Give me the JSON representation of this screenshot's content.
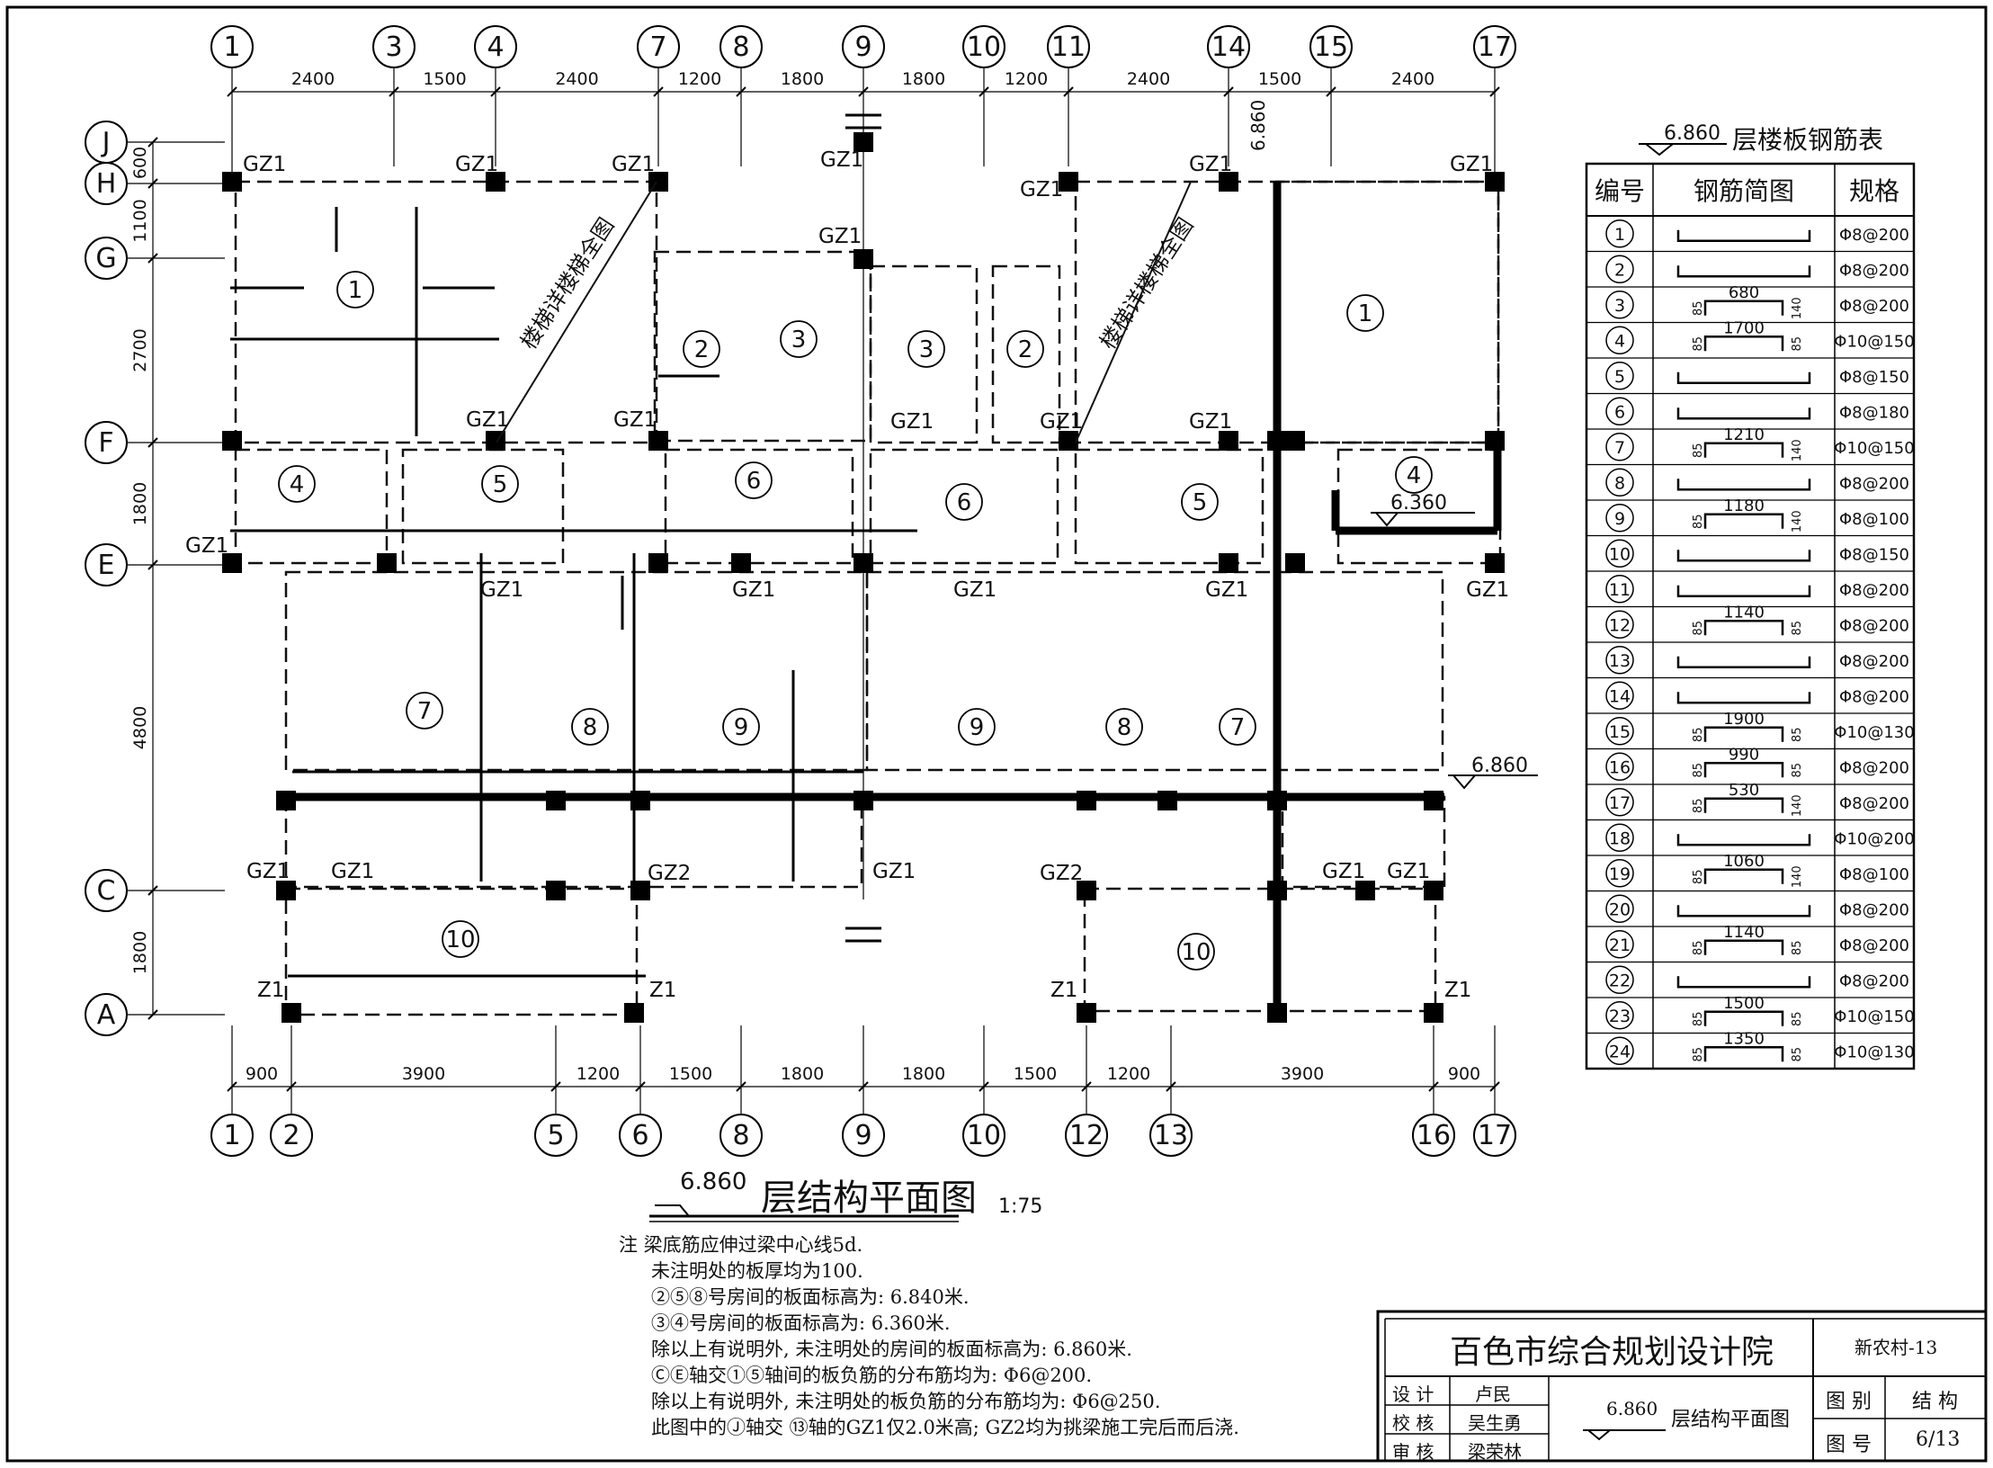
{
  "grid": {
    "top": [
      "1",
      "3",
      "4",
      "7",
      "8",
      "9",
      "10",
      "11",
      "14",
      "15",
      "17"
    ],
    "bottom": [
      "1",
      "2",
      "5",
      "6",
      "8",
      "9",
      "10",
      "12",
      "13",
      "16",
      "17"
    ],
    "rows": [
      "J",
      "H",
      "G",
      "F",
      "E",
      "C",
      "A"
    ]
  },
  "dims": {
    "top": [
      "2400",
      "1500",
      "2400",
      "1200",
      "1800",
      "1800",
      "1200",
      "2400",
      "1500",
      "2400"
    ],
    "bottom": [
      "900",
      "3900",
      "1200",
      "1500",
      "1800",
      "1800",
      "1500",
      "1200",
      "3900",
      "900"
    ],
    "left": [
      "600",
      "1100",
      "2700",
      "1800",
      "4800",
      "1800"
    ]
  },
  "labels": {
    "gz1": "GZ1",
    "gz2": "GZ2",
    "z1": "Z1",
    "elev_6860": "6.860",
    "elev_6360": "6.360",
    "stair_note": "楼梯详楼梯全图"
  },
  "plan_title": {
    "elev": "6.860",
    "text": "层结构平面图",
    "scale": "1:75"
  },
  "notes": [
    "注  梁底筋应伸过梁中心线5d.",
    "未注明处的板厚均为100.",
    "②⑤⑧号房间的板面标高为: 6.840米.",
    "③④号房间的板面标高为: 6.360米.",
    "除以上有说明外, 未注明处的房间的板面标高为: 6.860米.",
    "ⒸⒺ轴交①⑤轴间的板负筋的分布筋均为: Φ6@200.",
    "除以上有说明外, 未注明处的板负筋的分布筋均为: Φ6@250.",
    "此图中的Ⓙ轴交 ⑬轴的GZ1仅2.0米高; GZ2均为挑梁施工完后而后浇."
  ],
  "rebar_table": {
    "title_elev": "6.860",
    "title": "层楼板钢筋表",
    "headers": [
      "编号",
      "钢筋简图",
      "规格"
    ],
    "rows": [
      {
        "no": "1",
        "shape": "hook",
        "len": "",
        "left": "",
        "right": "",
        "spec": "Φ8@200"
      },
      {
        "no": "2",
        "shape": "hook",
        "len": "",
        "left": "",
        "right": "",
        "spec": "Φ8@200"
      },
      {
        "no": "3",
        "shape": "bent",
        "len": "680",
        "left": "85",
        "right": "140",
        "spec": "Φ8@200"
      },
      {
        "no": "4",
        "shape": "bent",
        "len": "1700",
        "left": "85",
        "right": "85",
        "spec": "Φ10@150"
      },
      {
        "no": "5",
        "shape": "hook",
        "len": "",
        "left": "",
        "right": "",
        "spec": "Φ8@150"
      },
      {
        "no": "6",
        "shape": "hook",
        "len": "",
        "left": "",
        "right": "",
        "spec": "Φ8@180"
      },
      {
        "no": "7",
        "shape": "bent",
        "len": "1210",
        "left": "85",
        "right": "140",
        "spec": "Φ10@150"
      },
      {
        "no": "8",
        "shape": "hook",
        "len": "",
        "left": "",
        "right": "",
        "spec": "Φ8@200"
      },
      {
        "no": "9",
        "shape": "bent",
        "len": "1180",
        "left": "85",
        "right": "140",
        "spec": "Φ8@100"
      },
      {
        "no": "10",
        "shape": "hook",
        "len": "",
        "left": "",
        "right": "",
        "spec": "Φ8@150"
      },
      {
        "no": "11",
        "shape": "hook",
        "len": "",
        "left": "",
        "right": "",
        "spec": "Φ8@200"
      },
      {
        "no": "12",
        "shape": "bent",
        "len": "1140",
        "left": "85",
        "right": "85",
        "spec": "Φ8@200"
      },
      {
        "no": "13",
        "shape": "hook",
        "len": "",
        "left": "",
        "right": "",
        "spec": "Φ8@200"
      },
      {
        "no": "14",
        "shape": "hook",
        "len": "",
        "left": "",
        "right": "",
        "spec": "Φ8@200"
      },
      {
        "no": "15",
        "shape": "bent",
        "len": "1900",
        "left": "85",
        "right": "85",
        "spec": "Φ10@130"
      },
      {
        "no": "16",
        "shape": "bent",
        "len": "990",
        "left": "85",
        "right": "85",
        "spec": "Φ8@200"
      },
      {
        "no": "17",
        "shape": "bent",
        "len": "530",
        "left": "85",
        "right": "140",
        "spec": "Φ8@200"
      },
      {
        "no": "18",
        "shape": "hook",
        "len": "",
        "left": "",
        "right": "",
        "spec": "Φ10@200"
      },
      {
        "no": "19",
        "shape": "bent",
        "len": "1060",
        "left": "85",
        "right": "140",
        "spec": "Φ8@100"
      },
      {
        "no": "20",
        "shape": "hook",
        "len": "",
        "left": "",
        "right": "",
        "spec": "Φ8@200"
      },
      {
        "no": "21",
        "shape": "bent",
        "len": "1140",
        "left": "85",
        "right": "85",
        "spec": "Φ8@200"
      },
      {
        "no": "22",
        "shape": "hook",
        "len": "",
        "left": "",
        "right": "",
        "spec": "Φ8@200"
      },
      {
        "no": "23",
        "shape": "bent",
        "len": "1500",
        "left": "85",
        "right": "85",
        "spec": "Φ10@150"
      },
      {
        "no": "24",
        "shape": "bent",
        "len": "1350",
        "left": "85",
        "right": "85",
        "spec": "Φ10@130"
      }
    ]
  },
  "title_block": {
    "institute": "百色市综合规划设计院",
    "project": "新农村-13",
    "roles": [
      {
        "role": "设  计",
        "name": "卢民"
      },
      {
        "role": "校  核",
        "name": "吴生勇"
      },
      {
        "role": "审  核",
        "name": "梁荣林"
      }
    ],
    "drawing_elev": "6.860",
    "drawing_name": "层结构平面图",
    "category_label": "图  别",
    "category": "结  构",
    "number_label": "图  号",
    "number": "6/13"
  }
}
